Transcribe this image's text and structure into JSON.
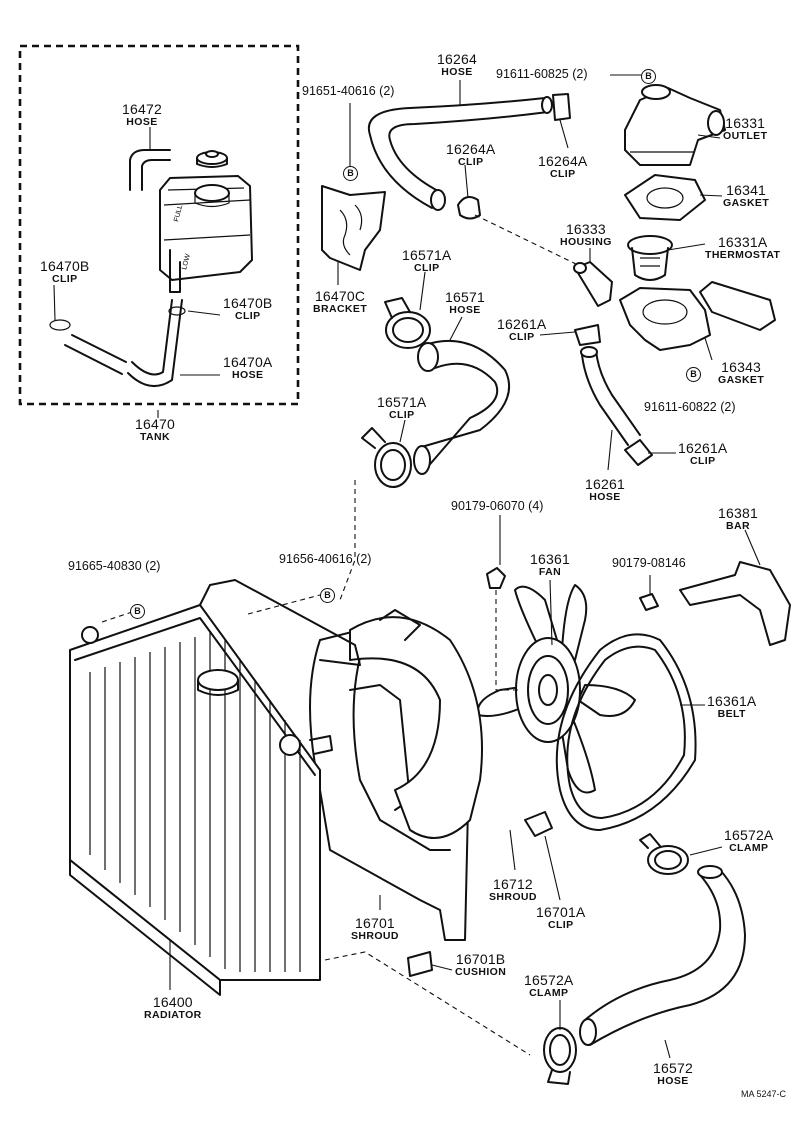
{
  "diagram": {
    "drawing_code": "MA 5247-C",
    "parts": [
      {
        "id": "16264",
        "name": "HOSE"
      },
      {
        "id": "91651-40616 (2)"
      },
      {
        "id": "91611-60825 (2)"
      },
      {
        "id": "16472",
        "name": "HOSE"
      },
      {
        "id": "16264A",
        "name": "CLIP"
      },
      {
        "id": "16264A",
        "name": "CLIP"
      },
      {
        "id": "16331",
        "name": "OUTLET"
      },
      {
        "id": "16341",
        "name": "GASKET"
      },
      {
        "id": "16333",
        "name": "HOUSING"
      },
      {
        "id": "16331A",
        "name": "THERMOSTAT"
      },
      {
        "id": "16470B",
        "name": "CLIP"
      },
      {
        "id": "16571A",
        "name": "CLIP"
      },
      {
        "id": "16571",
        "name": "HOSE"
      },
      {
        "id": "16470C",
        "name": "BRACKET"
      },
      {
        "id": "16470B",
        "name": "CLIP"
      },
      {
        "id": "16261A",
        "name": "CLIP"
      },
      {
        "id": "16343",
        "name": "GASKET"
      },
      {
        "id": "16470A",
        "name": "HOSE"
      },
      {
        "id": "91611-60822 (2)"
      },
      {
        "id": "16470",
        "name": "TANK"
      },
      {
        "id": "16571A",
        "name": "CLIP"
      },
      {
        "id": "16261A",
        "name": "CLIP"
      },
      {
        "id": "16261",
        "name": "HOSE"
      },
      {
        "id": "90179-06070 (4)"
      },
      {
        "id": "16381",
        "name": "BAR"
      },
      {
        "id": "91665-40830 (2)"
      },
      {
        "id": "91656-40616 (2)"
      },
      {
        "id": "16361",
        "name": "FAN"
      },
      {
        "id": "90179-08146"
      },
      {
        "id": "16361A",
        "name": "BELT"
      },
      {
        "id": "16572A",
        "name": "CLAMP"
      },
      {
        "id": "16712",
        "name": "SHROUD"
      },
      {
        "id": "16701A",
        "name": "CLIP"
      },
      {
        "id": "16701",
        "name": "SHROUD"
      },
      {
        "id": "16701B",
        "name": "CUSHION"
      },
      {
        "id": "16400",
        "name": "RADIATOR"
      },
      {
        "id": "16572A",
        "name": "CLAMP"
      },
      {
        "id": "16572",
        "name": "HOSE"
      }
    ],
    "marker_letter": "B",
    "tank_decals": [
      "FULL",
      "LOW"
    ]
  }
}
